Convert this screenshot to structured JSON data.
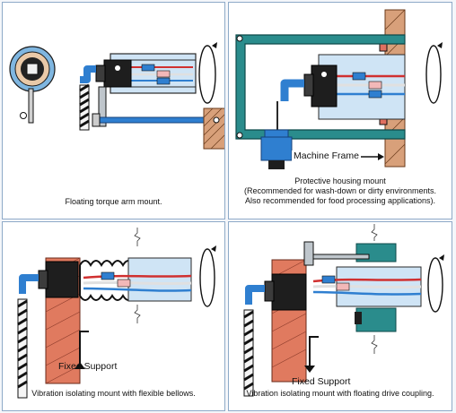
{
  "panels": {
    "floating": {
      "caption": "Floating torque arm mount."
    },
    "housing": {
      "caption_lines": [
        "Protective housing mount",
        "(Recommended for wash-down or dirty environments.",
        "Also recommended for food processing applications)."
      ],
      "machine_frame_label": "Machine Frame"
    },
    "bellows": {
      "caption": "Vibration isolating mount with flexible bellows.",
      "support_label": "Fixed Support"
    },
    "coupling": {
      "caption": "Vibration isolating mount with floating drive coupling.",
      "support_label": "Fixed Support"
    }
  },
  "colors": {
    "panel_border": "#8eaac8",
    "housing_teal": "#2a8c8c",
    "support_red": "#e07a5f",
    "wall_tan": "#d8a07a",
    "connector_blue": "#2f7fd0",
    "cable_red": "#d03030"
  }
}
